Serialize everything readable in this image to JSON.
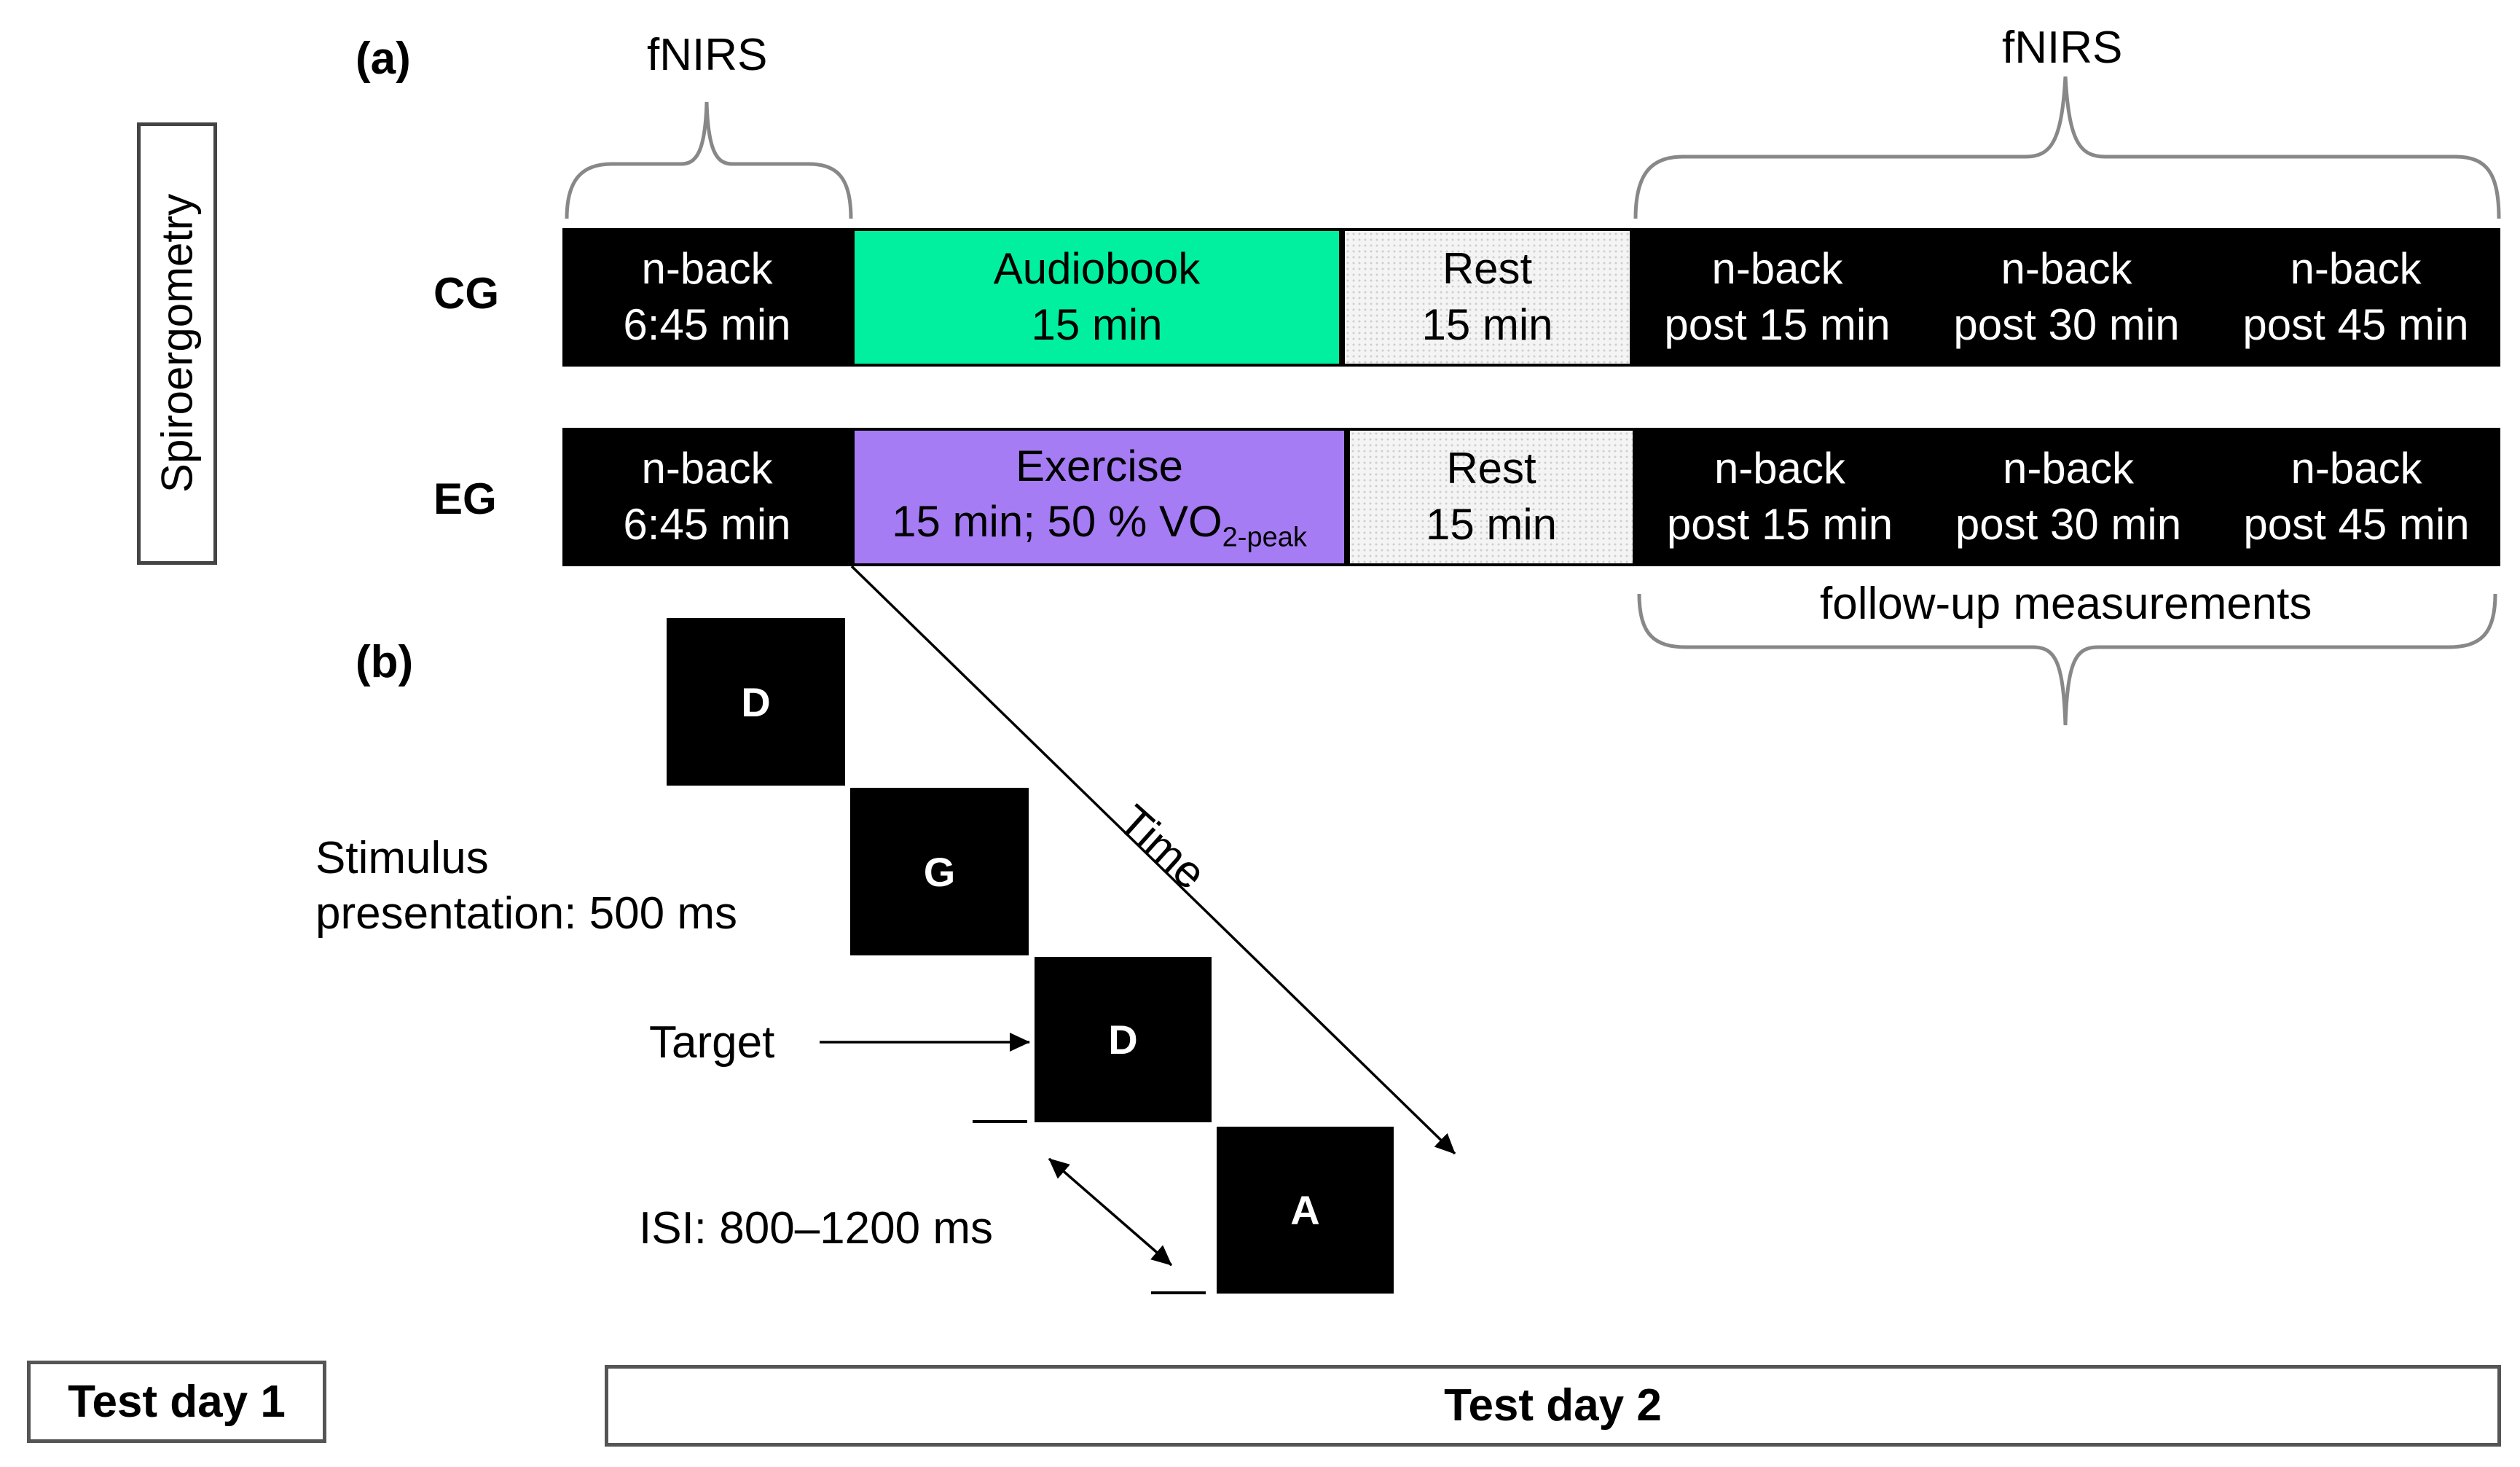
{
  "panel_a_label": "(a)",
  "panel_b_label": "(b)",
  "spiroergometry_label": "Spiroergometry",
  "fnirs_labels": [
    "fNIRS",
    "fNIRS"
  ],
  "followup_label": "follow-up measurements",
  "groups": [
    {
      "name": "CG",
      "blocks": [
        {
          "lines": [
            "n-back",
            "6:45 min"
          ]
        },
        {
          "lines": [
            "Audiobook",
            "15 min"
          ]
        },
        {
          "lines": [
            "Rest",
            "15 min"
          ]
        },
        {
          "lines": [
            "n-back",
            "post 15 min"
          ]
        },
        {
          "lines": [
            "n-back",
            "post 30 min"
          ]
        },
        {
          "lines": [
            "n-back",
            "post 45 min"
          ]
        }
      ]
    },
    {
      "name": "EG",
      "blocks": [
        {
          "lines": [
            "n-back",
            "6:45 min"
          ]
        },
        {
          "line1": "Exercise",
          "line2_main": "15 min; 50 % VO",
          "line2_sub": "2-peak"
        },
        {
          "lines": [
            "Rest",
            "15 min"
          ]
        },
        {
          "lines": [
            "n-back",
            "post 15 min"
          ]
        },
        {
          "lines": [
            "n-back",
            "post 30 min"
          ]
        },
        {
          "lines": [
            "n-back",
            "post 45 min"
          ]
        }
      ]
    }
  ],
  "colors": {
    "nback": "#000000",
    "audiobook": "#00f0a0",
    "exercise": "#a67cf4",
    "rest": "#f4f4f4"
  },
  "stimuli": [
    "D",
    "G",
    "D",
    "A"
  ],
  "stimulus_label_lines": [
    "Stimulus",
    "presentation: 500 ms"
  ],
  "target_label": "Target",
  "isi_label": "ISI: 800–1200 ms",
  "time_label": "Time",
  "test_day_1": "Test day 1",
  "test_day_2": "Test day 2"
}
